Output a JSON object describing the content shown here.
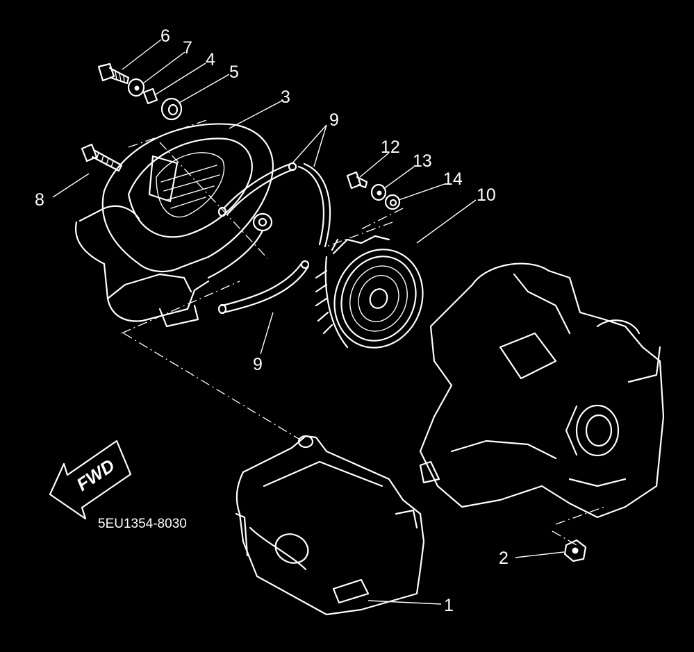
{
  "diagram": {
    "callouts": {
      "c1": "1",
      "c2": "2",
      "c3": "3",
      "c4": "4",
      "c5": "5",
      "c6": "6",
      "c7": "7",
      "c8": "8",
      "c9_top": "9",
      "c9_bottom": "9",
      "c10": "10",
      "c12": "12",
      "c13": "13",
      "c14": "14"
    },
    "direction_label": "FWD",
    "diagram_code": "5EU1354-8030",
    "colors": {
      "background": "#000000",
      "line": "#ffffff"
    }
  }
}
